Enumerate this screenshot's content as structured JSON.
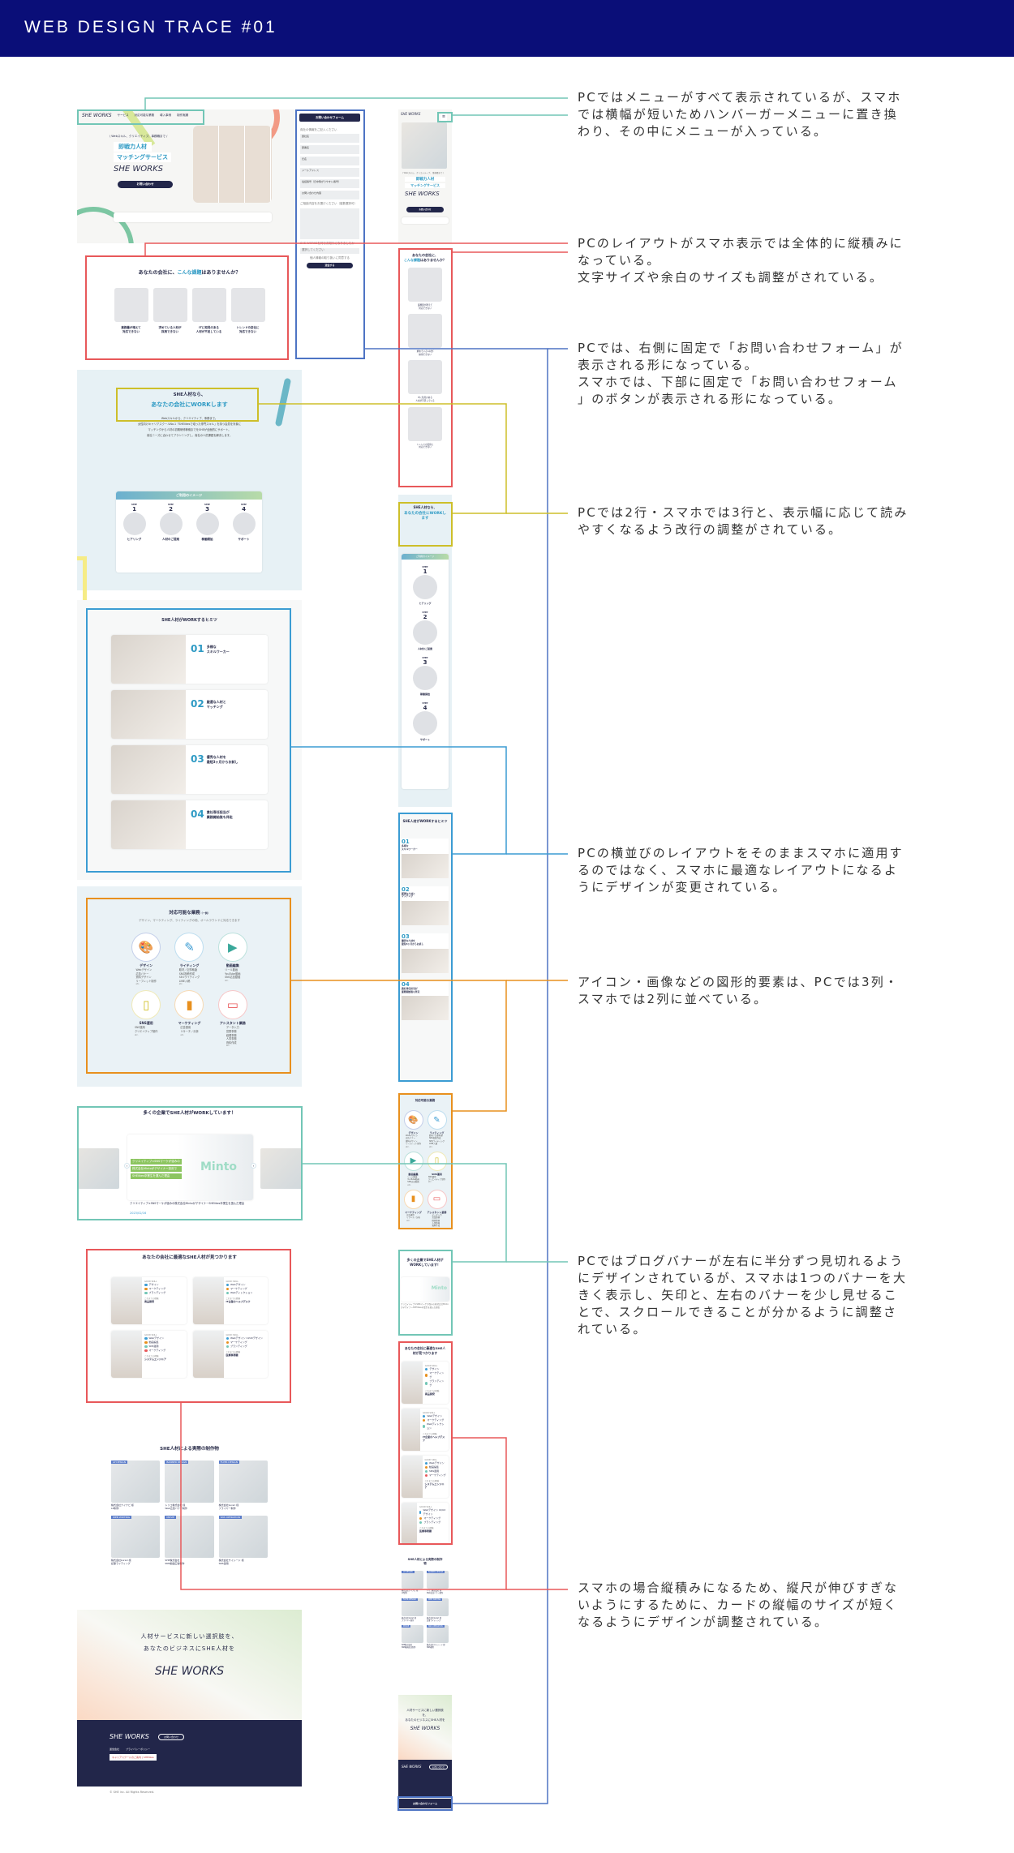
{
  "header": {
    "title": "WEB DESIGN TRACE  #01"
  },
  "annotations": [
    "PCではメニューがすべて表示されているが、スマホ\nでは横幅が短いためハンバーガーメニューに置き換\nわり、その中にメニューが入っている。",
    "PCのレイアウトがスマホ表示では全体的に縦積みに\nなっている。\n文字サイズや余白のサイズも調整がされている。",
    "PCでは、右側に固定で「お問い合わせフォーム」が\n表示される形になっている。\nスマホでは、下部に固定で「お問い合わせフォーム\n」のボタンが表示される形になっている。",
    "PCでは2行・スマホでは3行と、表示幅に応じて読み\nやすくなるよう改行の調整がされている。",
    "PCの横並びのレイアウトをそのままスマホに適用す\nるのではなく、スマホに最適なレイアウトになるよ\nうにデザインが変更されている。",
    "アイコン・画像などの図形的要素は、PCでは3列・\nスマホでは2列に並べている。",
    "PCではブログバナーが左右に半分ずつ見切れるよう\nにデザインされているが、スマホは1つのバナーを大\nきく表示し、矢印と、左右のバナーを少し見せるこ\nとで、スクロールできることが分かるように調整さ\nれている。",
    "スマホの場合縦積みになるため、縦尺が伸びすぎな\nいようにするために、カードの縦幅のサイズが短く\nなるようにデザインが調整されている。"
  ],
  "colors": {
    "teal": "#72c6b6",
    "red": "#e8585a",
    "blue": "#4e74c4",
    "yellow": "#cdbf2a",
    "blue2": "#3b9cd3",
    "orange": "#e8901e",
    "navy": "#22264a"
  },
  "site": {
    "logo": "SHE WORKS",
    "nav": [
      "サービス",
      "対応可能な業務",
      "導入事例",
      "制作実績"
    ],
    "hero": {
      "tagline": "\\ Webスキル、クリエイティブ、事務職まで /",
      "title1": "即戦力人材",
      "title2": "マッチングサービス",
      "cta": "お問い合わせ"
    },
    "form": {
      "title": "お問い合わせフォーム",
      "intro": "貴社の情報をご記入ください",
      "fields": [
        "貴社名",
        "部署名",
        "氏名",
        "メールアドレス",
        "電話番号（日中繋がりやすい番号）",
        "お問い合わせ内容"
      ],
      "q1": "ご相談内容をお選びください（複数選択可）",
      "q2": "SHE WORKSを何でお知りになりましたか",
      "select": "選択してください",
      "agree": "個人情報の取り扱いに同意する",
      "submit": "送信する"
    },
    "problems": {
      "t1": "あなたの会社に、",
      "t2": "こんな課題",
      "t3": "はありませんか？",
      "items": [
        "業務量が増えて\n対応できない",
        "求めている人材が\n採用できない",
        "ITに知見のある\n人材が不足している",
        "トレンドの変化に\n対応できない"
      ]
    },
    "she": {
      "t1": "SHE人材なら、",
      "t2": "あなたの会社にWORKします",
      "body": [
        "Webスキルから、クリエイティブ、事務まで。",
        "女性向けキャリアスクールNo.1「SHElikesで培った専門スキル」を持つ会員を対象に",
        "マッチングから人材の初期研修稼働までをSHEが全面的にサポート。",
        "貴社ニーズに合わせてプランニングし、貴社の人的課題を解決します。"
      ],
      "image_title": "ご利用のイメージ",
      "step_label": "STEP",
      "steps": [
        {
          "num": "1",
          "name": "ヒアリング"
        },
        {
          "num": "2",
          "name": "人材のご提案"
        },
        {
          "num": "3",
          "name": "稼働開始"
        },
        {
          "num": "4",
          "name": "サポート"
        }
      ]
    },
    "secrets": {
      "title": "SHE人材がWORKするヒミツ",
      "items": [
        {
          "num": "01",
          "title": "多様な\nスキルワーカー"
        },
        {
          "num": "02",
          "title": "厳選な人材と\nマッチング"
        },
        {
          "num": "03",
          "title": "優秀な人材を\n最短3ヶ月からお試し"
        },
        {
          "num": "04",
          "title": "貴社専任担当が\n業務開始後も伴走"
        }
      ]
    },
    "services": {
      "title": "対応可能な業務",
      "suffix": "（一例）",
      "sub": "デザイン、マーケティング、ライティングの他、オールラウンドに対応できます",
      "etc": "etc.",
      "items": [
        {
          "name": "デザイン",
          "icon": "palette",
          "color": "#4e6fc0",
          "list": [
            "Webデザイン",
            "広告バナー",
            "資料デザイン",
            "リーフレット制作"
          ]
        },
        {
          "name": "ライティング",
          "icon": "pencil",
          "color": "#3b9cd3",
          "list": [
            "取材／記事執筆",
            "SNS投稿作成",
            "SEOライティング",
            "LINE入稿"
          ]
        },
        {
          "name": "動画編集",
          "icon": "film",
          "color": "#3aa89a",
          "list": [
            "リール動画",
            "YouTube動画",
            "SNS広告動画"
          ]
        },
        {
          "name": "SNS運用",
          "icon": "phone",
          "color": "#d2c12a",
          "list": [
            "SNS運用",
            "クリエイティブ制作"
          ]
        },
        {
          "name": "マーケティング",
          "icon": "chart",
          "color": "#e8901e",
          "list": [
            "広告運用",
            "リサーチ／分析"
          ]
        },
        {
          "name": "アシスタント業務",
          "icon": "monitor",
          "color": "#e8585a",
          "list": [
            "データ入力",
            "営業事務",
            "経理事務",
            "人事事務",
            "資料作成"
          ]
        }
      ]
    },
    "blog": {
      "title": "多くの企業でSHE人材がWORKしています！",
      "brand": "Minto",
      "lines": [
        "クリエイティブ×SNSマーケが強みの",
        "株式会社Mintoがデザイナー採用で",
        "SHElikes卒業生を選んだ理由"
      ],
      "caption": "クリエイティブ×SNSマーケが強みの株式会社MintoがデザイナーSHElikes卒業生を選んだ理由",
      "date": "2023/02/16"
    },
    "talent": {
      "title": "あなたの会社に最適なSHE人材が見つかります",
      "label": "GOOD SKILL",
      "exp_label": "これまでの経験",
      "cards": [
        {
          "skills": [
            "デザイン",
            "マーケティング",
            "ブランディング"
          ],
          "exp": "商品開発"
        },
        {
          "skills": [
            "Webデザイン",
            "マーケティング",
            "Webディレクション"
          ],
          "exp": "IT企業のヘルプデスク"
        },
        {
          "skills": [
            "Webデザイン",
            "動画編集",
            "SNS運用",
            "マーケティング"
          ],
          "exp": "システムエンジニア"
        },
        {
          "skills": [
            "Webデザイン UI/UXデザイン",
            "マーケティング",
            "ブランディング"
          ],
          "exp": "医療事務職"
        }
      ]
    },
    "works": {
      "title": "SHE人材による実際の制作物",
      "items": [
        {
          "tag": "LP DESIGN",
          "caption": "株式会社ナイナビ 様\nLP制作"
        },
        {
          "tag": "BANNER DESIGN",
          "caption": "トリコ株式会社 様\nWeb広告バナー制作"
        },
        {
          "tag": "FLYER DESIGN",
          "caption": "株式会社kurari 様\nフライヤー制作"
        },
        {
          "tag": "WEB WRITING",
          "caption": "株式会社kurari 様\n記事ライティング"
        },
        {
          "tag": "MOVIE",
          "caption": "SHE株式会社\nSNS動画広告制作"
        },
        {
          "tag": "SNS OPERATION",
          "caption": "株式会社サイシード 様\nSNS運用"
        }
      ]
    },
    "cta": {
      "l1": "人材サービスに新しい選択肢を、",
      "l2": "あなたのビジネスにSHE人材を"
    },
    "footer": {
      "button": "お問い合わせ",
      "links": [
        "運営会社",
        "プライバシーポリシー"
      ],
      "badge": "キャリアスクールのご案内 | SHElikes",
      "copyright": "© SHE inc. All Rights Reserved."
    },
    "sp_fixed_button": "お問い合わせフォーム"
  }
}
